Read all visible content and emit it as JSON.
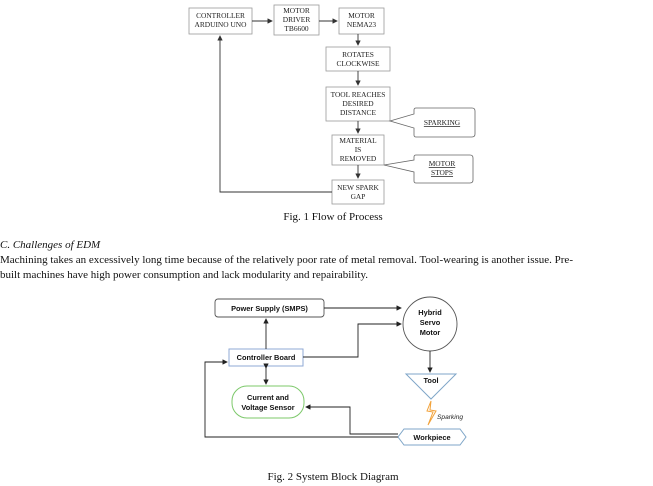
{
  "fig1": {
    "boxes": {
      "controller": [
        "CONTROLLER",
        "ARDUINO UNO"
      ],
      "driver": [
        "MOTOR",
        "DRIVER",
        "TB6600"
      ],
      "motor": [
        "MOTOR",
        "NEMA23"
      ],
      "rotates": [
        "ROTATES",
        "CLOCKWISE"
      ],
      "tool_reaches": [
        "TOOL REACHES",
        "DESIRED",
        "DISTANCE"
      ],
      "material": [
        "MATERIAL",
        "IS",
        "REMOVED"
      ],
      "spark_gap": [
        "NEW SPARK",
        "GAP"
      ]
    },
    "callouts": {
      "sparking": "SPARKING",
      "motor_stops": [
        "MOTOR",
        "STOPS"
      ]
    },
    "caption": "Fig. 1 Flow of Process"
  },
  "section": {
    "heading": "C.  Challenges of EDM",
    "body_line1": "Machining takes an excessively long time because of the relatively poor rate of metal removal. Tool-wearing is another issue. Pre-",
    "body_line2": "built machines have high power consumption and lack modularity and repairability."
  },
  "fig2": {
    "power_supply": "Power Supply (SMPS)",
    "motor": [
      "Hybrid",
      "Servo",
      "Motor"
    ],
    "controller_board": "Controller Board",
    "sensor": [
      "Current and",
      "Voltage Sensor"
    ],
    "tool": "Tool",
    "sparking": "Sparking",
    "workpiece": "Workpiece",
    "caption": "Fig. 2 System Block Diagram",
    "colors": {
      "controller_border": "#8fa9d6",
      "sensor_border": "#7cc86a",
      "tool_border": "#7fa6c8",
      "workpiece_border": "#7fa6c8",
      "spark": "#f2a23a"
    }
  }
}
